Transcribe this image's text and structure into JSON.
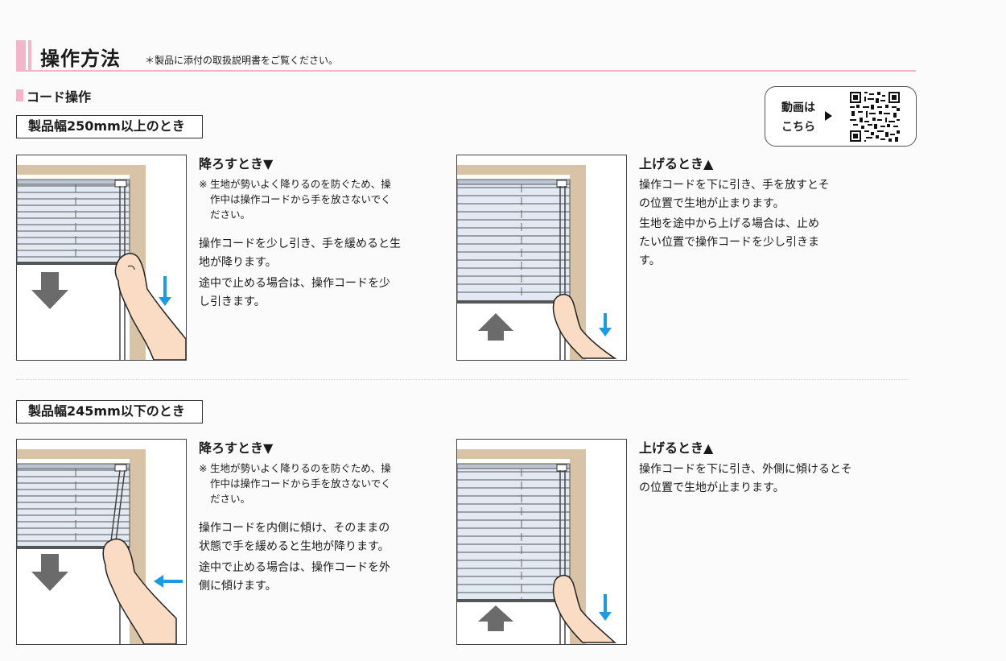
{
  "header": {
    "title": "操作方法",
    "note": "＊製品に添付の取扱説明書をご覧ください。"
  },
  "section": {
    "title": "コード操作"
  },
  "video": {
    "label_line1": "動画は",
    "label_line2": "こちら",
    "icon": "qr-code-icon"
  },
  "blocks": [
    {
      "tag": "製品幅250mm以上のとき",
      "down": {
        "heading": "降ろすとき▼",
        "note_mark": "※",
        "note": "生地が勢いよく降りるのを防ぐため、操作中は操作コードから手を放さないでください。",
        "para1": "操作コードを少し引き、手を緩めると生地が降ります。",
        "para2": "途中で止める場合は、操作コードを少し引きます。"
      },
      "up": {
        "heading": "上げるとき▲",
        "para1": "操作コードを下に引き、手を放すとその位置で生地が止まります。",
        "para2": "生地を途中から上げる場合は、止めたい位置で操作コードを少し引きます。"
      }
    },
    {
      "tag": "製品幅245mm以下のとき",
      "down": {
        "heading": "降ろすとき▼",
        "note_mark": "※",
        "note": "生地が勢いよく降りるのを防ぐため、操作中は操作コードから手を放さないでください。",
        "para1": "操作コードを内側に傾け、そのままの状態で手を緩めると生地が降ります。",
        "para2": "途中で止める場合は、操作コードを外側に傾けます。"
      },
      "up": {
        "heading": "上げるとき▲",
        "para1": "操作コードを下に引き、外側に傾けるとその位置で生地が止まります。"
      }
    }
  ],
  "colors": {
    "accent_pink": "#f2b6cb",
    "arrow_blue": "#1e9be0",
    "arrow_gray": "#6b6b6b",
    "frame_tan": "#d9c3a6",
    "skin": "#f9dcc3"
  }
}
